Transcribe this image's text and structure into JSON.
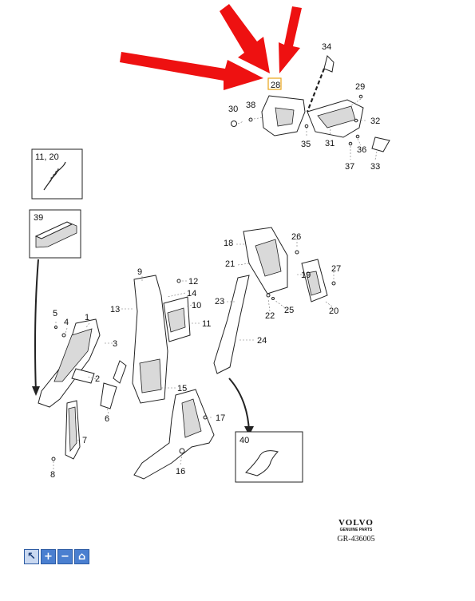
{
  "callouts": {
    "c1": "1",
    "c2": "2",
    "c3": "3",
    "c4": "4",
    "c5": "5",
    "c6": "6",
    "c7": "7",
    "c8": "8",
    "c9": "9",
    "c10": "10",
    "c11": "11",
    "c12": "12",
    "c13": "13",
    "c14": "14",
    "c15": "15",
    "c16": "16",
    "c17": "17",
    "c18": "18",
    "c19": "19",
    "c20": "20",
    "c21": "21",
    "c22": "22",
    "c23": "23",
    "c24": "24",
    "c25": "25",
    "c26": "26",
    "c27": "27",
    "c28": "28",
    "c29": "29",
    "c30": "30",
    "c31": "31",
    "c32": "32",
    "c33": "33",
    "c34": "34",
    "c35": "35",
    "c36": "36",
    "c37": "37",
    "c38": "38"
  },
  "insets": {
    "spring_label": "11, 20",
    "handle_label": "39",
    "trim_label": "40"
  },
  "brand": {
    "logo_text": "VOLVO",
    "logo_subtext": "GENUINE PARTS",
    "doc_ref": "GR-436005"
  },
  "colors": {
    "arrow": "#ee1111",
    "highlight_box": "#e8a317",
    "toolbar_button": "#4a7fd0"
  },
  "toolbar": {
    "icons": [
      "cursor-icon",
      "zoom-in-icon",
      "zoom-out-icon",
      "home-icon"
    ]
  }
}
